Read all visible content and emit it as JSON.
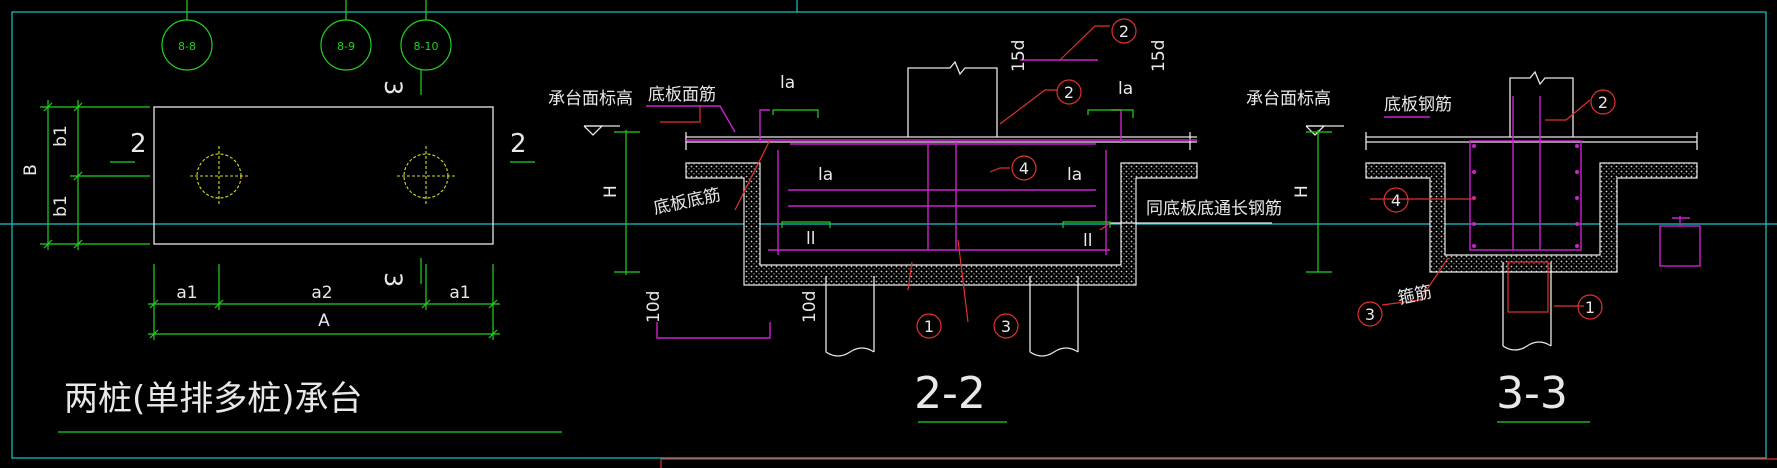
{
  "plan": {
    "title": "两桩(单排多桩)承台",
    "section_mark_left": "2",
    "section_mark_right": "2",
    "section_mark_top": "3",
    "section_mark_bottom": "3",
    "dim_B": "B",
    "dim_b1_top": "b1",
    "dim_b1_bottom": "b1",
    "dim_a1_left": "a1",
    "dim_a2": "a2",
    "dim_a1_right": "a1",
    "dim_A": "A"
  },
  "detail_refs": [
    {
      "label": "8-8"
    },
    {
      "label": "8-9"
    },
    {
      "label": "8-10"
    }
  ],
  "section22": {
    "title": "2-2",
    "cap_top_elev": "承台面标高",
    "top_rebar": "底板面筋",
    "bottom_rebar": "底板底筋",
    "through_rebar": "同底板底通长钢筋",
    "la_top_left": "la",
    "la_top_right": "la",
    "la_inner_left": "la",
    "la_inner_right": "la",
    "ll_left": "ll",
    "ll_right": "ll",
    "fifteen_d_left": "15d",
    "fifteen_d_right": "15d",
    "ten_d_left": "10d",
    "ten_d_right": "10d",
    "dim_H": "H",
    "callout_1": "1",
    "callout_2_top": "2",
    "callout_2": "2",
    "callout_3": "3",
    "callout_4": "4"
  },
  "section33": {
    "title": "3-3",
    "cap_top_elev": "承台面标高",
    "rebar": "底板钢筋",
    "stirrup": "箍筋",
    "dim_H": "H",
    "callout_1": "1",
    "callout_2": "2",
    "callout_3": "3",
    "callout_4": "4"
  },
  "colors": {
    "background": "#000000",
    "white": "#e8e8e8",
    "green": "#22d022",
    "magenta": "#cc22cc",
    "red": "#e03030",
    "cyan": "#18c8c8",
    "yellow": "#d8d820"
  }
}
